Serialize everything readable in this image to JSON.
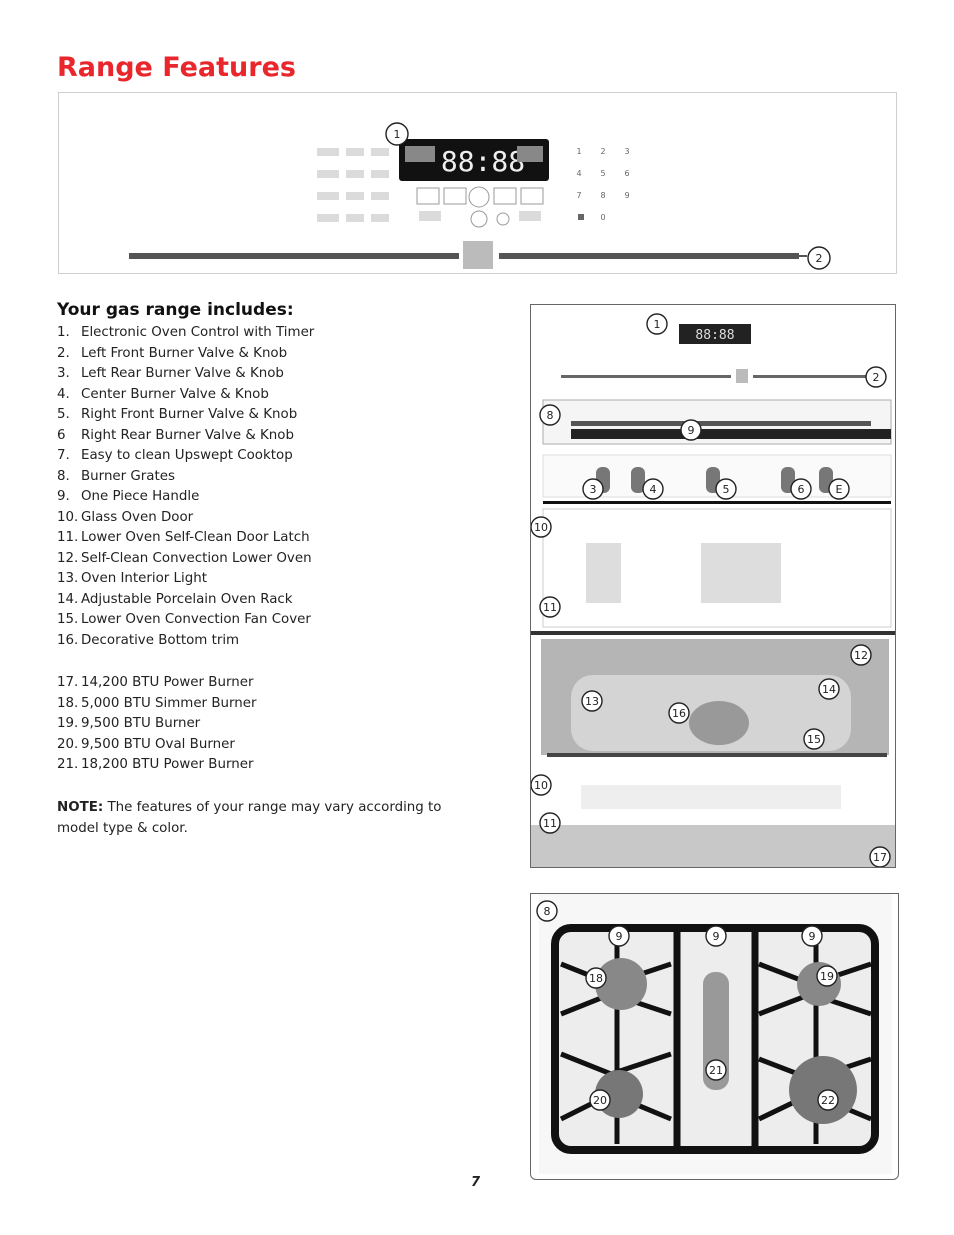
{
  "page": {
    "title": "Range Features",
    "section_title": "Your gas range includes:",
    "page_number": "7"
  },
  "features": [
    {
      "num": "1.",
      "text": "Electronic Oven Control with Timer"
    },
    {
      "num": "2.",
      "text": "Left Front Burner Valve & Knob"
    },
    {
      "num": "3.",
      "text": "Left Rear Burner Valve & Knob"
    },
    {
      "num": "4.",
      "text": "Center Burner Valve & Knob"
    },
    {
      "num": "5.",
      "text": "Right Front Burner Valve & Knob"
    },
    {
      "num": "6",
      "text": "Right Rear Burner Valve & Knob"
    },
    {
      "num": "7.",
      "text": "Easy to clean Upswept Cooktop"
    },
    {
      "num": "8.",
      "text": "Burner Grates"
    },
    {
      "num": "9.",
      "text": "One Piece Handle"
    },
    {
      "num": "10.",
      "text": "Glass Oven Door"
    },
    {
      "num": "11.",
      "text": "Lower Oven Self-Clean Door Latch"
    },
    {
      "num": "12.",
      "text": "Self-Clean Convection Lower Oven"
    },
    {
      "num": "13.",
      "text": "Oven Interior Light"
    },
    {
      "num": "14.",
      "text": "Adjustable Porcelain Oven Rack"
    },
    {
      "num": "15.",
      "text": "Lower Oven Convection Fan Cover"
    },
    {
      "num": "16.",
      "text": "Decorative Bottom trim"
    }
  ],
  "burners": [
    {
      "num": "17.",
      "text": "14,200 BTU Power Burner"
    },
    {
      "num": "18.",
      "text": "5,000 BTU Simmer Burner"
    },
    {
      "num": "19.",
      "text": "9,500 BTU Burner"
    },
    {
      "num": "20.",
      "text": "9,500 BTU Oval Burner"
    },
    {
      "num": "21.",
      "text": "18,200 BTU Power Burner"
    }
  ],
  "note": {
    "label": "NOTE:",
    "text": " The features of your range may vary according to model type & color."
  },
  "control_panel": {
    "display": "88:88",
    "callouts": [
      "1",
      "2"
    ],
    "keypad": [
      "1",
      "2",
      "3",
      "4",
      "5",
      "6",
      "7",
      "8",
      "9",
      "0"
    ]
  },
  "range_figure": {
    "callouts": [
      "1",
      "2",
      "8",
      "9",
      "3",
      "4",
      "5",
      "6",
      "E",
      "10",
      "11",
      "12",
      "13",
      "14",
      "16",
      "15",
      "10",
      "11",
      "17"
    ]
  },
  "cooktop_figure": {
    "callouts": [
      "8",
      "9",
      "9",
      "9",
      "18",
      "19",
      "21",
      "20",
      "22"
    ]
  },
  "colors": {
    "title": "#e8262b",
    "text": "#222222"
  }
}
